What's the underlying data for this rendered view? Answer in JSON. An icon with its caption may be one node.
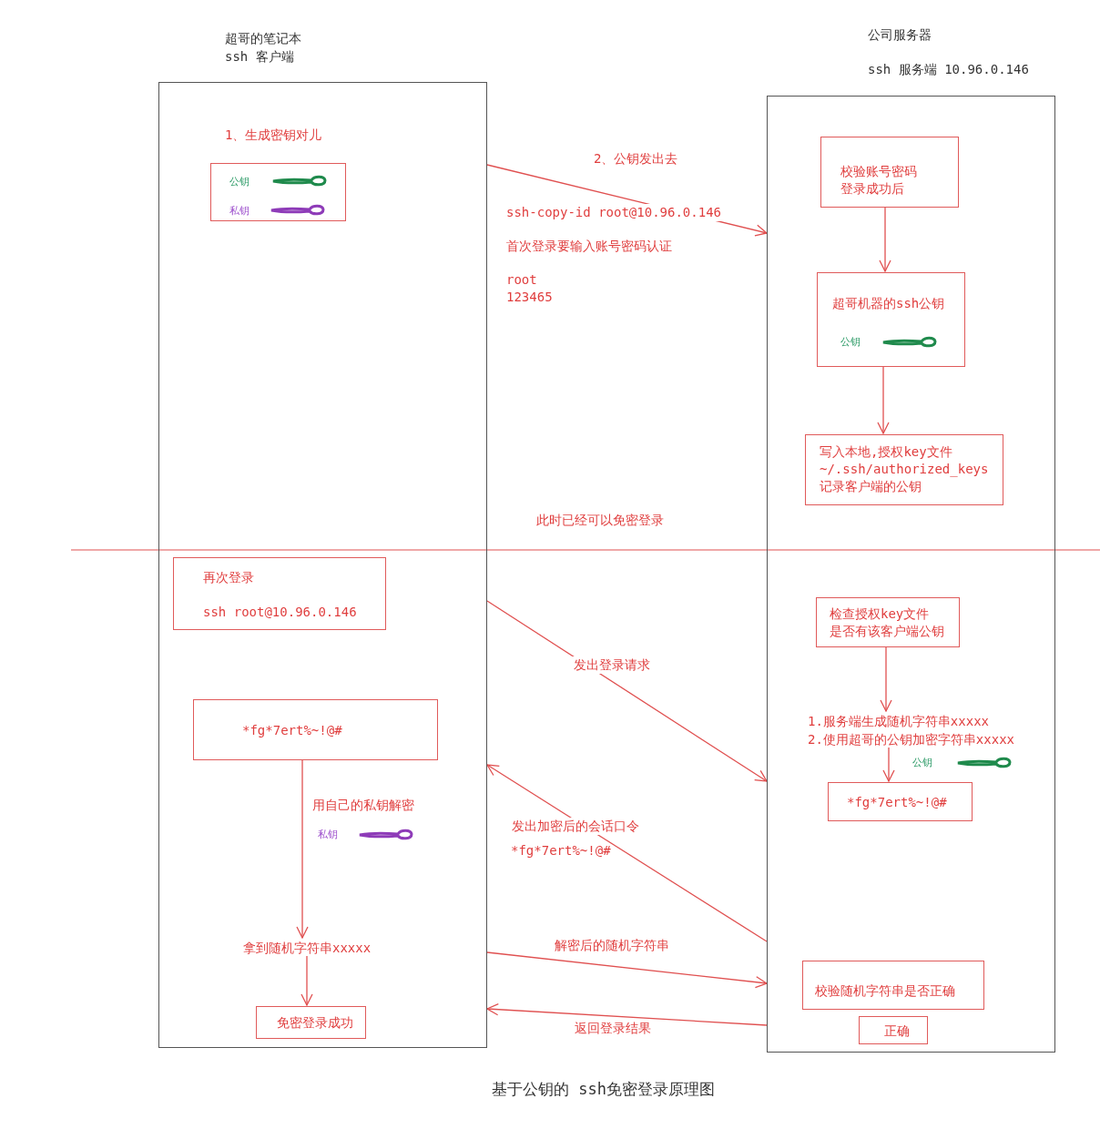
{
  "diagram": {
    "caption": "基于公钥的 ssh免密登录原理图",
    "nodes": [
      {
        "text": [
          "超哥的笔记本",
          "ssh 客户端"
        ]
      },
      {
        "text": [
          "1、生成密钥对儿",
          "公钥",
          "私钥"
        ],
        "in": 0
      },
      {
        "text": [
          "再次登录",
          "ssh root@10.96.0.146"
        ],
        "in": 0
      },
      {
        "text": [
          "*fg*7ert%~!@#"
        ],
        "in": 0
      },
      {
        "text": [
          "拿到随机字符串xxxxx"
        ],
        "in": 0
      },
      {
        "text": [
          "免密登录成功"
        ],
        "in": 0
      },
      {
        "text": [
          "公司服务器",
          "ssh 服务端 10.96.0.146"
        ]
      },
      {
        "text": [
          "校验账号密码",
          "登录成功后"
        ],
        "in": 6
      },
      {
        "text": [
          "超哥机器的ssh公钥",
          "公钥"
        ],
        "in": 6
      },
      {
        "text": [
          "写入本地,授权key文件",
          "~/.ssh/authorized_keys",
          "记录客户端的公钥"
        ],
        "in": 6
      },
      {
        "text": [
          "检查授权key文件",
          "是否有该客户端公钥"
        ],
        "in": 6
      },
      {
        "text": [
          "1.服务端生成随机字符串xxxxx",
          "2.使用超哥的公钥加密字符串xxxxx"
        ],
        "in": 6
      },
      {
        "text": [
          "*fg*7ert%~!@#"
        ],
        "in": 6
      },
      {
        "text": [
          "校验随机字符串是否正确"
        ],
        "in": 6
      },
      {
        "text": [
          "正确"
        ],
        "in": 6
      }
    ],
    "edges": [
      {
        "from": 0,
        "to": 6,
        "arrow": "to",
        "label": "2、公钥发出去"
      },
      {
        "from": 7,
        "to": 8,
        "arrow": "to"
      },
      {
        "from": 8,
        "to": 9,
        "arrow": "to"
      },
      {
        "from": 0,
        "to": 6,
        "arrow": "to",
        "label": "发出登录请求"
      },
      {
        "from": 10,
        "to": 11,
        "arrow": "to"
      },
      {
        "from": 11,
        "to": 12,
        "arrow": "to"
      },
      {
        "from": 6,
        "to": 0,
        "arrow": "to",
        "label": "发出加密后的会话口令"
      },
      {
        "from": 3,
        "to": 4,
        "arrow": "to",
        "label": "用自己的私钥解密"
      },
      {
        "from": 4,
        "to": 5,
        "arrow": "to"
      },
      {
        "from": 0,
        "to": 6,
        "arrow": "to",
        "label": "解密后的随机字符串"
      },
      {
        "from": 6,
        "to": 0,
        "arrow": "to",
        "label": "返回登录结果"
      }
    ],
    "labels": [
      "ssh-copy-id root@10.96.0.146",
      "首次登录要输入账号密码认证",
      "root 123465",
      "此时已经可以免密登录",
      "公钥",
      "私钥",
      "*fg*7ert%~!@#"
    ]
  }
}
